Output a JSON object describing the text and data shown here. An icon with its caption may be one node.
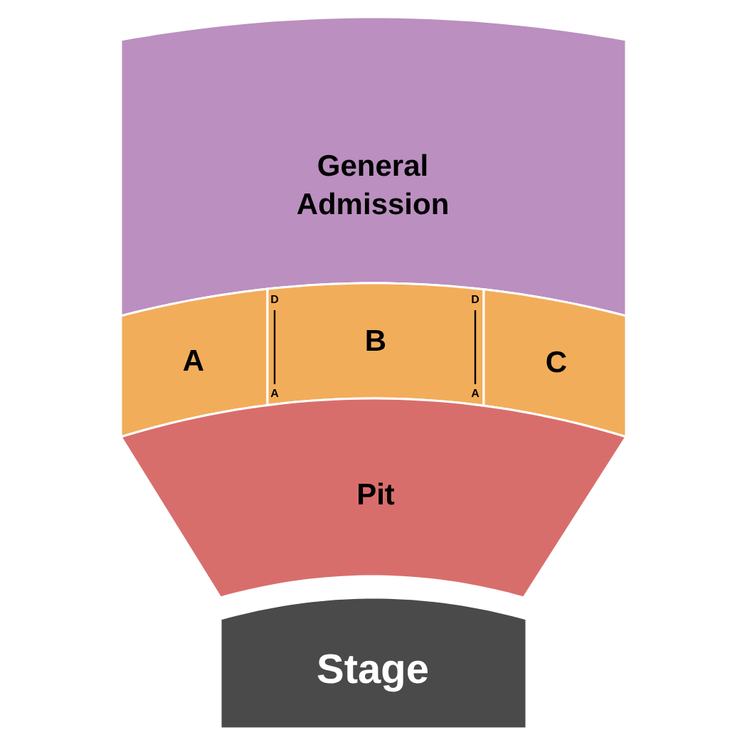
{
  "diagram": {
    "nodes": [
      {
        "text": [
          "General Admission"
        ]
      },
      {
        "text": [
          "A"
        ]
      },
      {
        "text": [
          "B"
        ]
      },
      {
        "text": [
          "C"
        ]
      },
      {
        "text": [
          "Pit"
        ]
      },
      {
        "text": [
          "Stage"
        ]
      }
    ],
    "labels": [
      "D",
      "A",
      "D",
      "A"
    ]
  }
}
